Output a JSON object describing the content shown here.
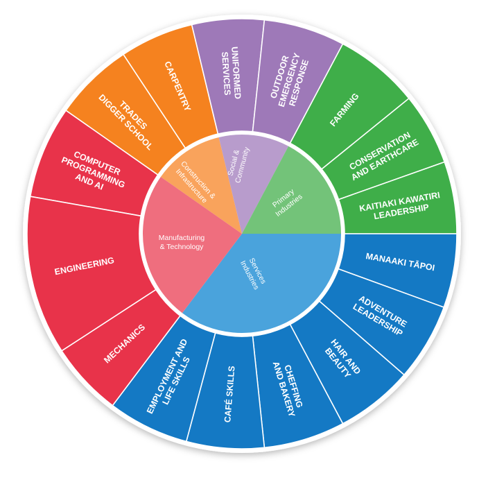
{
  "colors": {
    "construction_outer": "#f5821f",
    "construction_inner": "#f9a35c",
    "social_outer": "#9e79b8",
    "social_inner": "#b89ccc",
    "primary_outer": "#3fae49",
    "primary_inner": "#73c379",
    "services_outer": "#1479c4",
    "services_inner": "#4aa3dc",
    "manufacturing_outer": "#e8334a",
    "manufacturing_inner": "#ef6e7e",
    "divider": "#ffffff"
  },
  "categories": [
    {
      "key": "construction",
      "label": "Construction & Infrastructure"
    },
    {
      "key": "social",
      "label": "Social & Community"
    },
    {
      "key": "primary",
      "label": "Primary Industries"
    },
    {
      "key": "services",
      "label": "Services Industries"
    },
    {
      "key": "manufacturing",
      "label": "Manufacturing & Technology"
    }
  ],
  "programmes": [
    {
      "category": "construction",
      "label": "CARPENTRY"
    },
    {
      "category": "construction",
      "label": "TRADES DIGGER SCHOOL"
    },
    {
      "category": "social",
      "label": "UNIFORMED SERVICES"
    },
    {
      "category": "social",
      "label": "OUTDOOR EMERGENCY RESPONSE"
    },
    {
      "category": "primary",
      "label": "FARMING"
    },
    {
      "category": "primary",
      "label": "CONSERVATION AND EARTHCARE"
    },
    {
      "category": "primary",
      "label": "KAITIAKI KAWATIRI LEADERSHIP"
    },
    {
      "category": "services",
      "label": "MANAAKI TĀPOI"
    },
    {
      "category": "services",
      "label": "ADVENTURE LEADERSHIP"
    },
    {
      "category": "services",
      "label": "HAIR AND BEAUTY"
    },
    {
      "category": "services",
      "label": "CHEFFING AND BAKERY"
    },
    {
      "category": "services",
      "label": "CAFÉ SKILLS"
    },
    {
      "category": "services",
      "label": "EMPLOYMENT AND LIFE SKILLS"
    },
    {
      "category": "manufacturing",
      "label": "COMPUTER PROGRAMMING AND AI"
    },
    {
      "category": "manufacturing",
      "label": "ENGINEERING"
    },
    {
      "category": "manufacturing",
      "label": "MECHANICS"
    }
  ]
}
